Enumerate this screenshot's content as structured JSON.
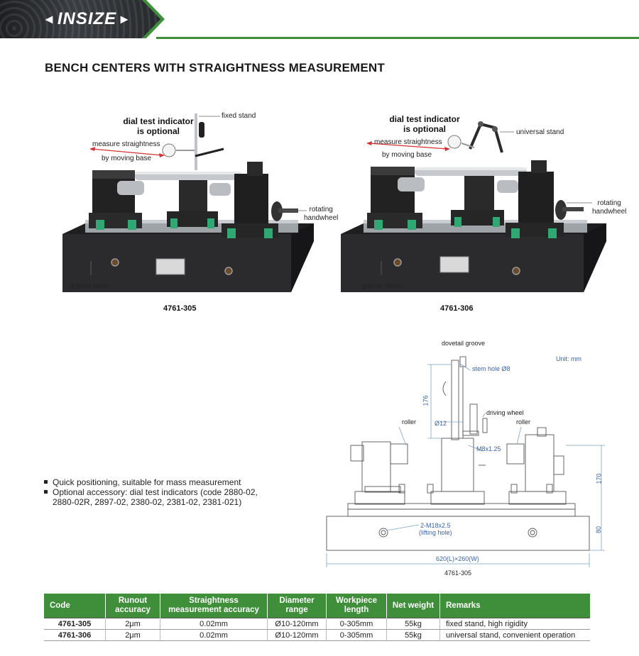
{
  "header": {
    "logo_text": "INSIZE",
    "accent_color": "#3f8f3a"
  },
  "page": {
    "title": "BENCH CENTERS WITH STRAIGHTNESS MEASUREMENT"
  },
  "products": [
    {
      "code": "4761-305",
      "callouts": {
        "indicator": "dial test indicator\nis optional",
        "stand": "fixed stand",
        "measure": "measure straightness",
        "moving": "by moving base",
        "handwheel": "rotating\nhandwheel",
        "base": "granite base"
      }
    },
    {
      "code": "4761-306",
      "callouts": {
        "indicator": "dial test indicator\nis optional",
        "stand": "universal stand",
        "measure": "measure straightness",
        "moving": "by moving base",
        "handwheel": "rotating\nhandwheel",
        "base": "granite base"
      }
    }
  ],
  "features": [
    "Quick positioning, suitable for mass measurement",
    "Optional accessory: dial test indicators (code 2880-02, 2880-02R, 2897-02, 2380-02, 2381-02, 2381-021)"
  ],
  "diagram": {
    "unit": "Unit: mm",
    "dovetail": "dovetail groove",
    "stem_hole": "stem hole Ø8",
    "dim_176": "176",
    "dia_12": "Ø12",
    "driving_wheel": "driving wheel",
    "roller_left": "roller",
    "roller_right": "roller",
    "m8": "M8x1.25",
    "dim_170": "170",
    "lifting_hole": "2-M18x2.5\n(lifting hole)",
    "dim_80": "80",
    "overall": "620(L)×260(W)",
    "caption": "4761-305"
  },
  "table": {
    "headers": [
      "Code",
      "Runout accuracy",
      "Straightness measurement accuracy",
      "Diameter range",
      "Workpiece length",
      "Net weight",
      "Remarks"
    ],
    "rows": [
      [
        "4761-305",
        "2μm",
        "0.02mm",
        "Ø10-120mm",
        "0-305mm",
        "55kg",
        "fixed stand, high rigidity"
      ],
      [
        "4761-306",
        "2μm",
        "0.02mm",
        "Ø10-120mm",
        "0-305mm",
        "55kg",
        "universal stand, convenient operation"
      ]
    ]
  }
}
